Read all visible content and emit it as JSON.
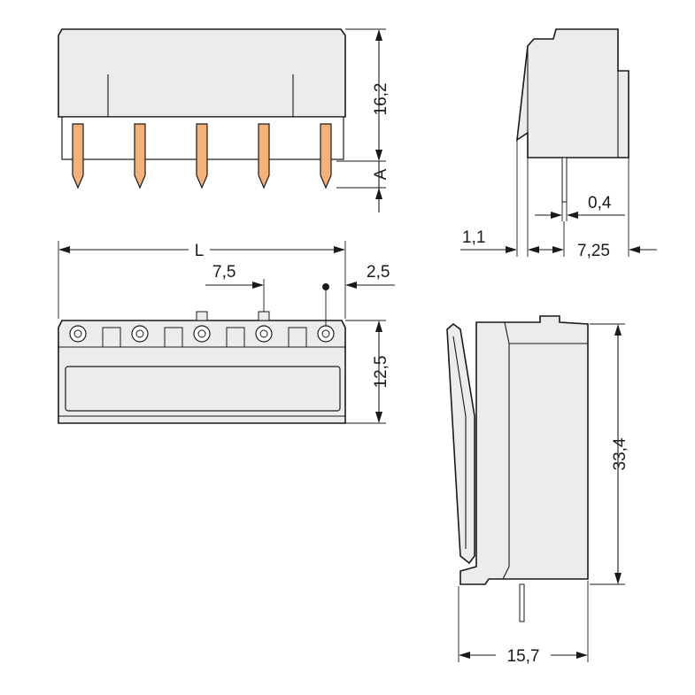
{
  "dimensions": {
    "height_top": "16,2",
    "pin_length": "A",
    "length": "L",
    "pitch": "7,5",
    "edge_offset": "2,5",
    "depth_front": "12,5",
    "side_offset": "1,1",
    "pin_width": "0,4",
    "pin_offset": "7,25",
    "height_side": "33,4",
    "width_side": "15,7"
  },
  "colors": {
    "body": "#ececec",
    "pin": "#f2b27a",
    "line": "#1a1a1a"
  },
  "pin_count": 5
}
